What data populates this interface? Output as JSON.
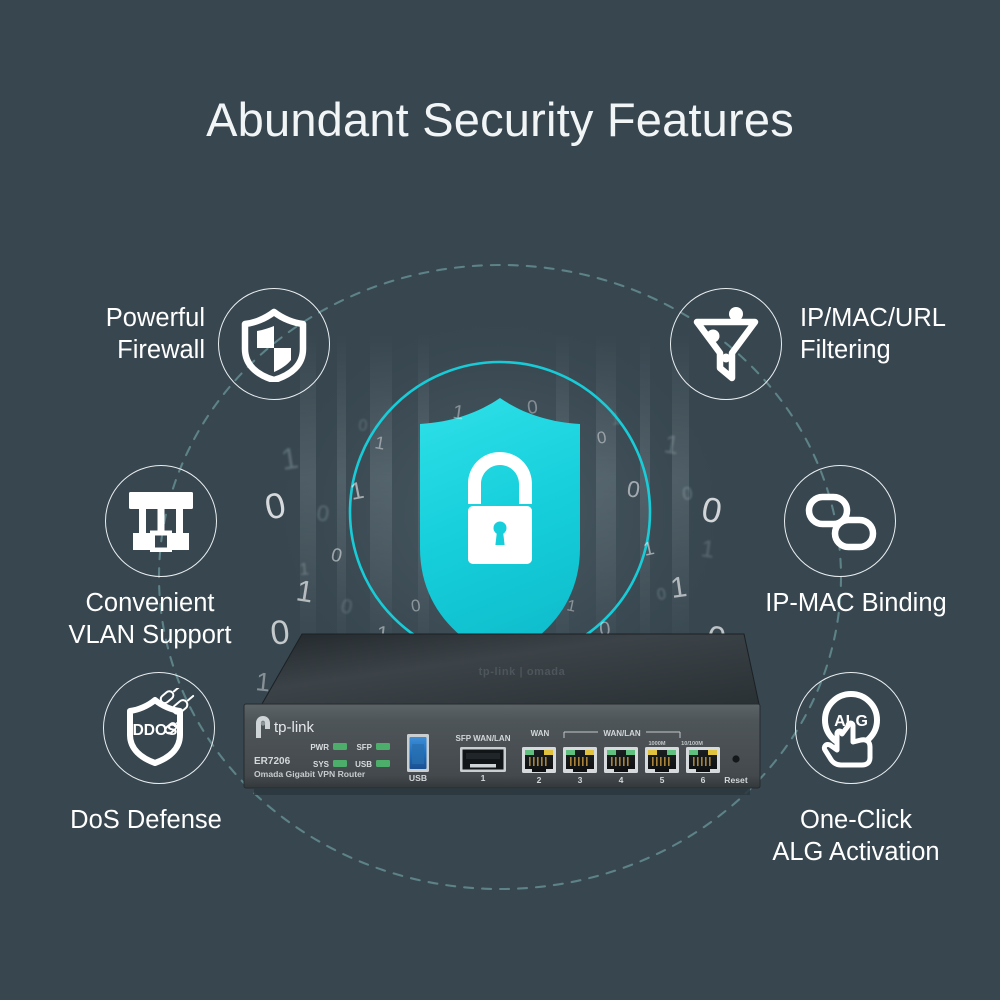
{
  "page": {
    "title": "Abundant Security Features",
    "background_color": "#37464f",
    "accent_color": "#16d3de",
    "line_color": "#5d8287",
    "text_color": "#ffffff"
  },
  "center": {
    "icon": "shield-padlock-icon",
    "shield_color": "#17d2dd",
    "lock_color": "#ffffff",
    "ring_color": "#16d3de",
    "binary_digits": [
      "1",
      "0",
      "0",
      "1",
      "1",
      "0",
      "1",
      "0",
      "0",
      "1",
      "0",
      "1",
      "1",
      "0",
      "0",
      "1",
      "0",
      "1",
      "0",
      "0",
      "1",
      "1",
      "0",
      "1",
      "0",
      "0",
      "1",
      "0",
      "1",
      "0",
      "1",
      "0",
      "0",
      "1",
      "1",
      "0",
      "0",
      "1",
      "0",
      "1",
      "1",
      "0",
      "0",
      "1",
      "0",
      "1",
      "0",
      "1"
    ]
  },
  "features": [
    {
      "id": "powerful-firewall",
      "label_line1": "Powerful",
      "label_line2": "Firewall",
      "icon": "shield-quartered-icon",
      "side": "left"
    },
    {
      "id": "convenient-vlan-support",
      "label_line1": "Convenient",
      "label_line2": "VLAN Support",
      "icon": "vlan-network-icon",
      "side": "left"
    },
    {
      "id": "dos-defense",
      "label_line1": "DoS Defense",
      "label_line2": "",
      "icon": "ddos-shield-icon",
      "side": "left"
    },
    {
      "id": "ip-mac-url-filtering",
      "label_line1": "IP/MAC/URL",
      "label_line2": "Filtering",
      "icon": "funnel-filter-icon",
      "side": "right"
    },
    {
      "id": "ip-mac-binding",
      "label_line1": "IP-MAC Binding",
      "label_line2": "",
      "icon": "chain-link-icon",
      "side": "right"
    },
    {
      "id": "one-click-alg-activation",
      "label_line1": "One-Click",
      "label_line2": "ALG Activation",
      "icon": "alg-click-hand-icon",
      "side": "right"
    }
  ],
  "icon_text": {
    "ddos": "DDOS",
    "alg": "ALG"
  },
  "router": {
    "brand": "tp-link",
    "top_brand": "tp-link | omada",
    "model": "ER7206",
    "model_description": "Omada Gigabit VPN Router",
    "leds": [
      "PWR",
      "SFP",
      "SYS",
      "USB"
    ],
    "usb_label": "USB",
    "sfp_label": "SFP WAN/LAN",
    "sfp_port_number": "1",
    "wan_label": "WAN",
    "wanlan_label": "WAN/LAN",
    "speed_labels": [
      "1000M",
      "10/100M"
    ],
    "port_numbers": [
      "2",
      "3",
      "4",
      "5",
      "6"
    ],
    "reset_label": "Reset"
  }
}
